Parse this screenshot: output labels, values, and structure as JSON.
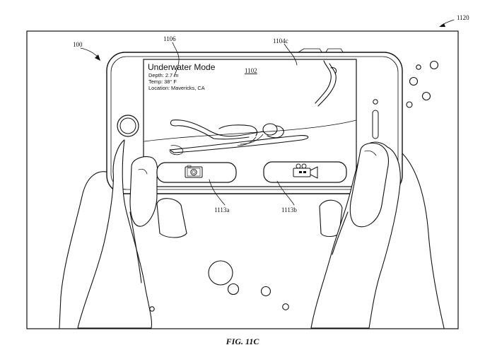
{
  "figure": {
    "caption": "FIG. 11C",
    "refs": {
      "figure": "1120",
      "device": "100",
      "overlay": "1106",
      "scene": "1104c",
      "display": "1102",
      "photo_button": "1113a",
      "video_button": "1113b"
    }
  },
  "screen": {
    "mode_title": "Underwater Mode",
    "depth": "Depth: 2.7 m",
    "temp": "Temp: 38° F",
    "location": "Location: Mavericks, CA"
  },
  "buttons": {
    "photo_icon": "camera-icon",
    "video_icon": "video-camera-icon"
  }
}
